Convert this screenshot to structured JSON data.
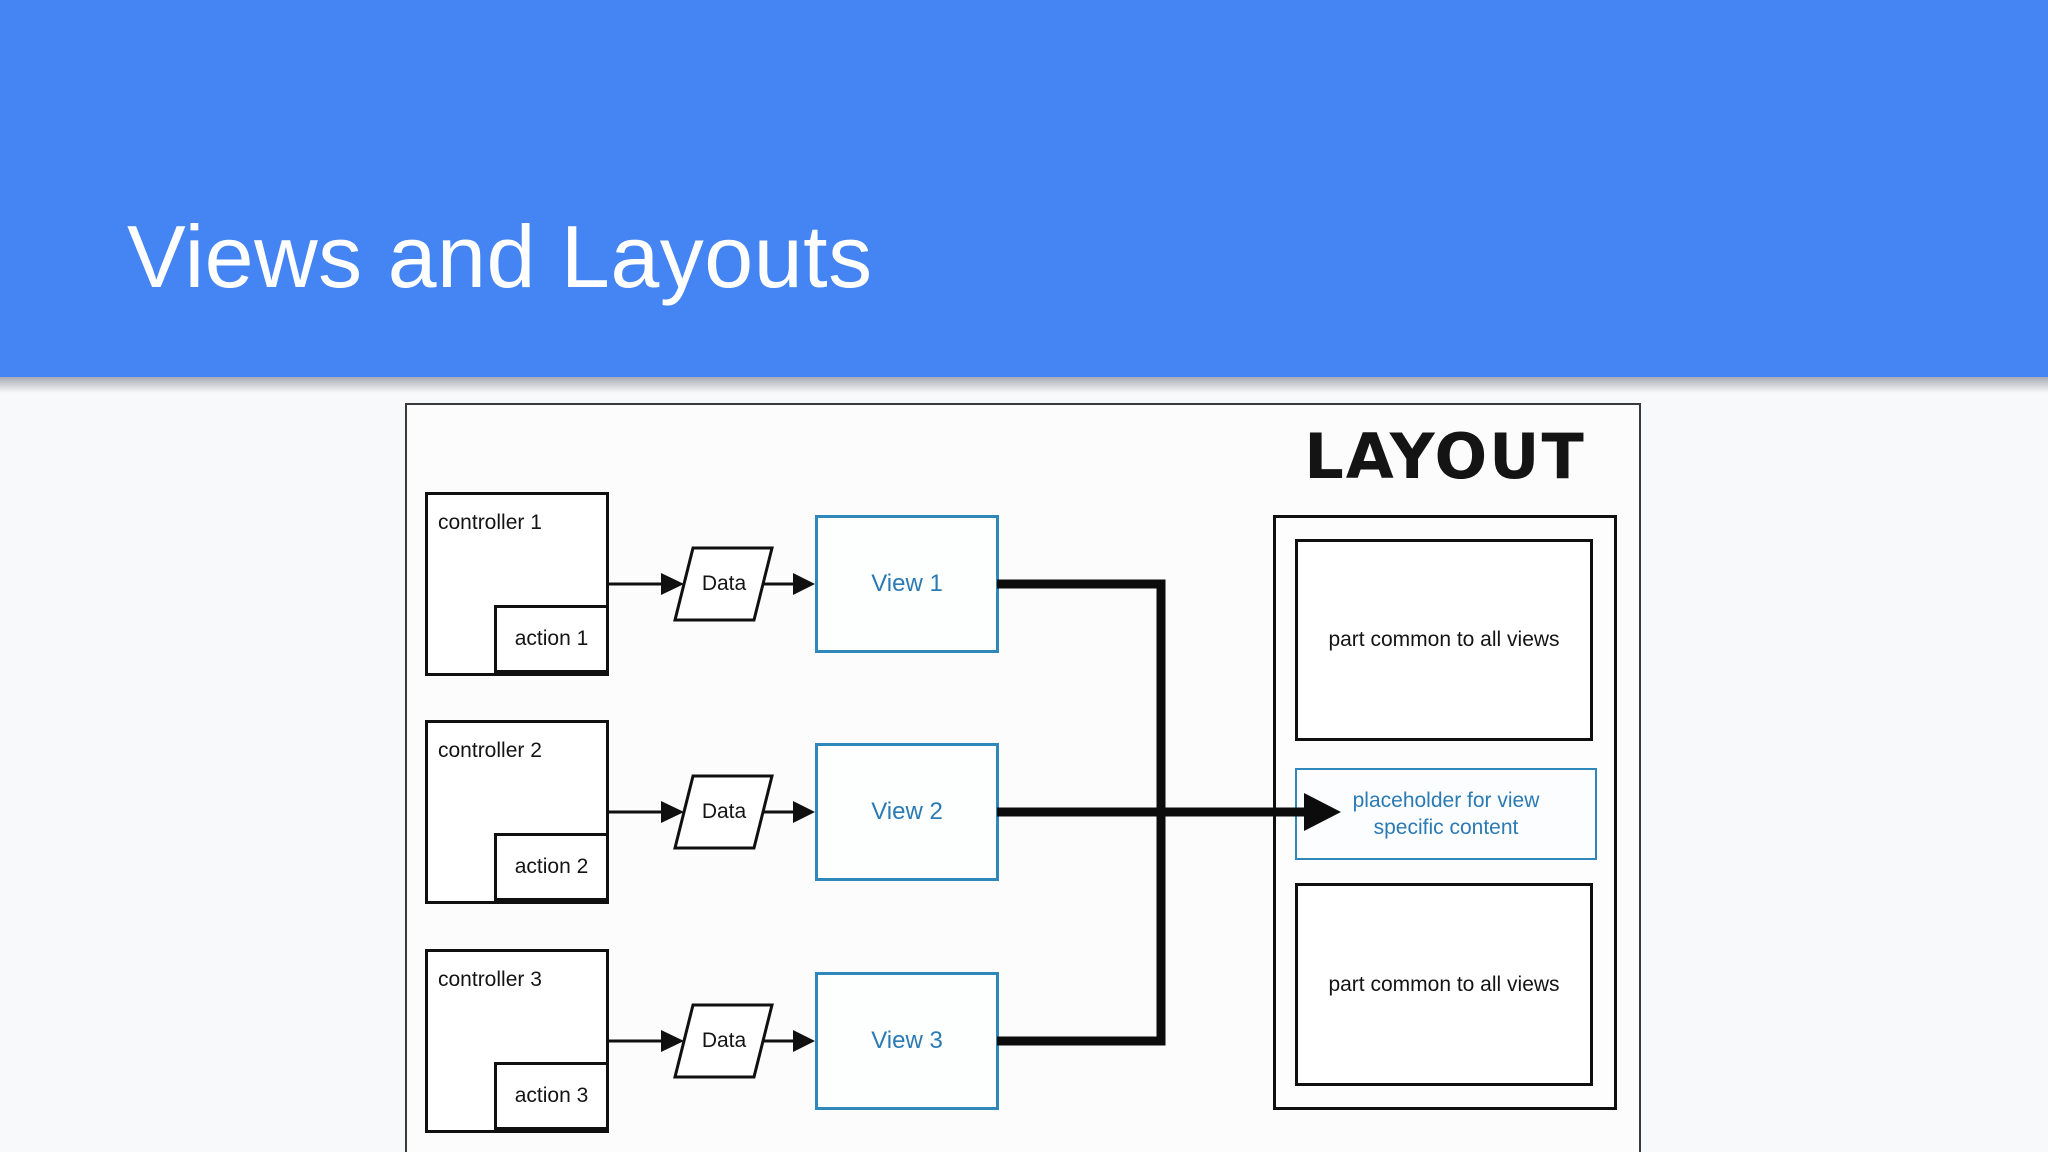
{
  "header": {
    "title": "Views and Layouts"
  },
  "diagram": {
    "layout_heading": "LAYOUT",
    "rows": [
      {
        "controller": "controller 1",
        "action": "action 1",
        "data_label": "Data",
        "view": "View 1"
      },
      {
        "controller": "controller 2",
        "action": "action 2",
        "data_label": "Data",
        "view": "View 2"
      },
      {
        "controller": "controller 3",
        "action": "action 3",
        "data_label": "Data",
        "view": "View 3"
      }
    ],
    "layout_panel": {
      "top_box": "part common to all views",
      "placeholder_box": "placeholder for view specific content",
      "bottom_box": "part common to all views"
    }
  },
  "colors": {
    "header_blue": "#4584f3",
    "accent_teal_border": "#2e89ba",
    "accent_teal_text": "#2b7ab4",
    "line_black": "#101010",
    "page_background": "#f8f9fb",
    "canvas_background": "#fcfcfd"
  }
}
